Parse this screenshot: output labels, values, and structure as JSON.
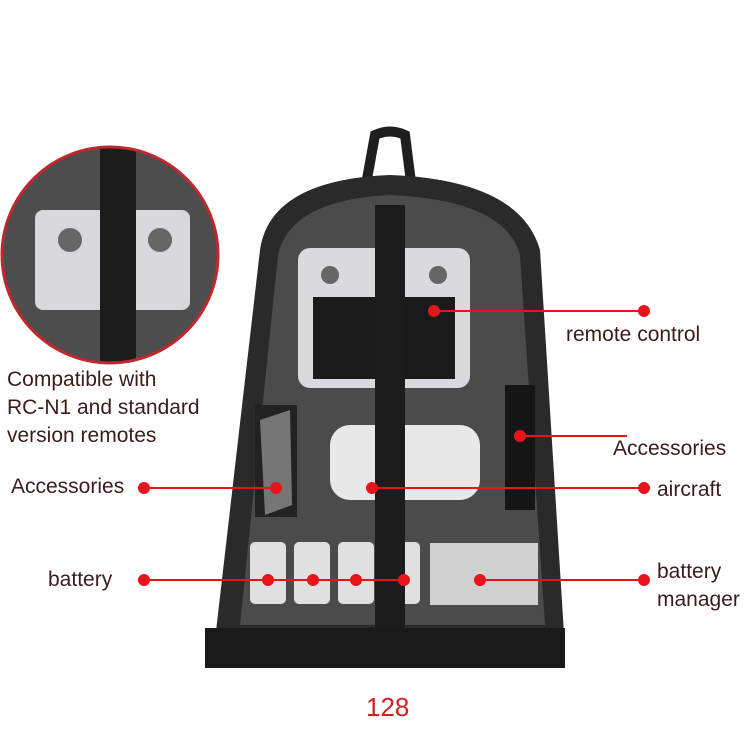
{
  "callouts": {
    "remote_control": "remote control",
    "compatible_line1": "Compatible with",
    "compatible_line2": "RC-N1 and standard",
    "compatible_line3": "version remotes",
    "accessories_right": "Accessories",
    "accessories_left": "Accessories",
    "aircraft": "aircraft",
    "battery": "battery",
    "battery_manager_line1": "battery",
    "battery_manager_line2": "manager"
  },
  "page_number": "128",
  "colors": {
    "callout_line": "#e8141c",
    "text": "#3b1c1c",
    "bag": "#2b2b2b",
    "foam": "#4a4a4a"
  }
}
